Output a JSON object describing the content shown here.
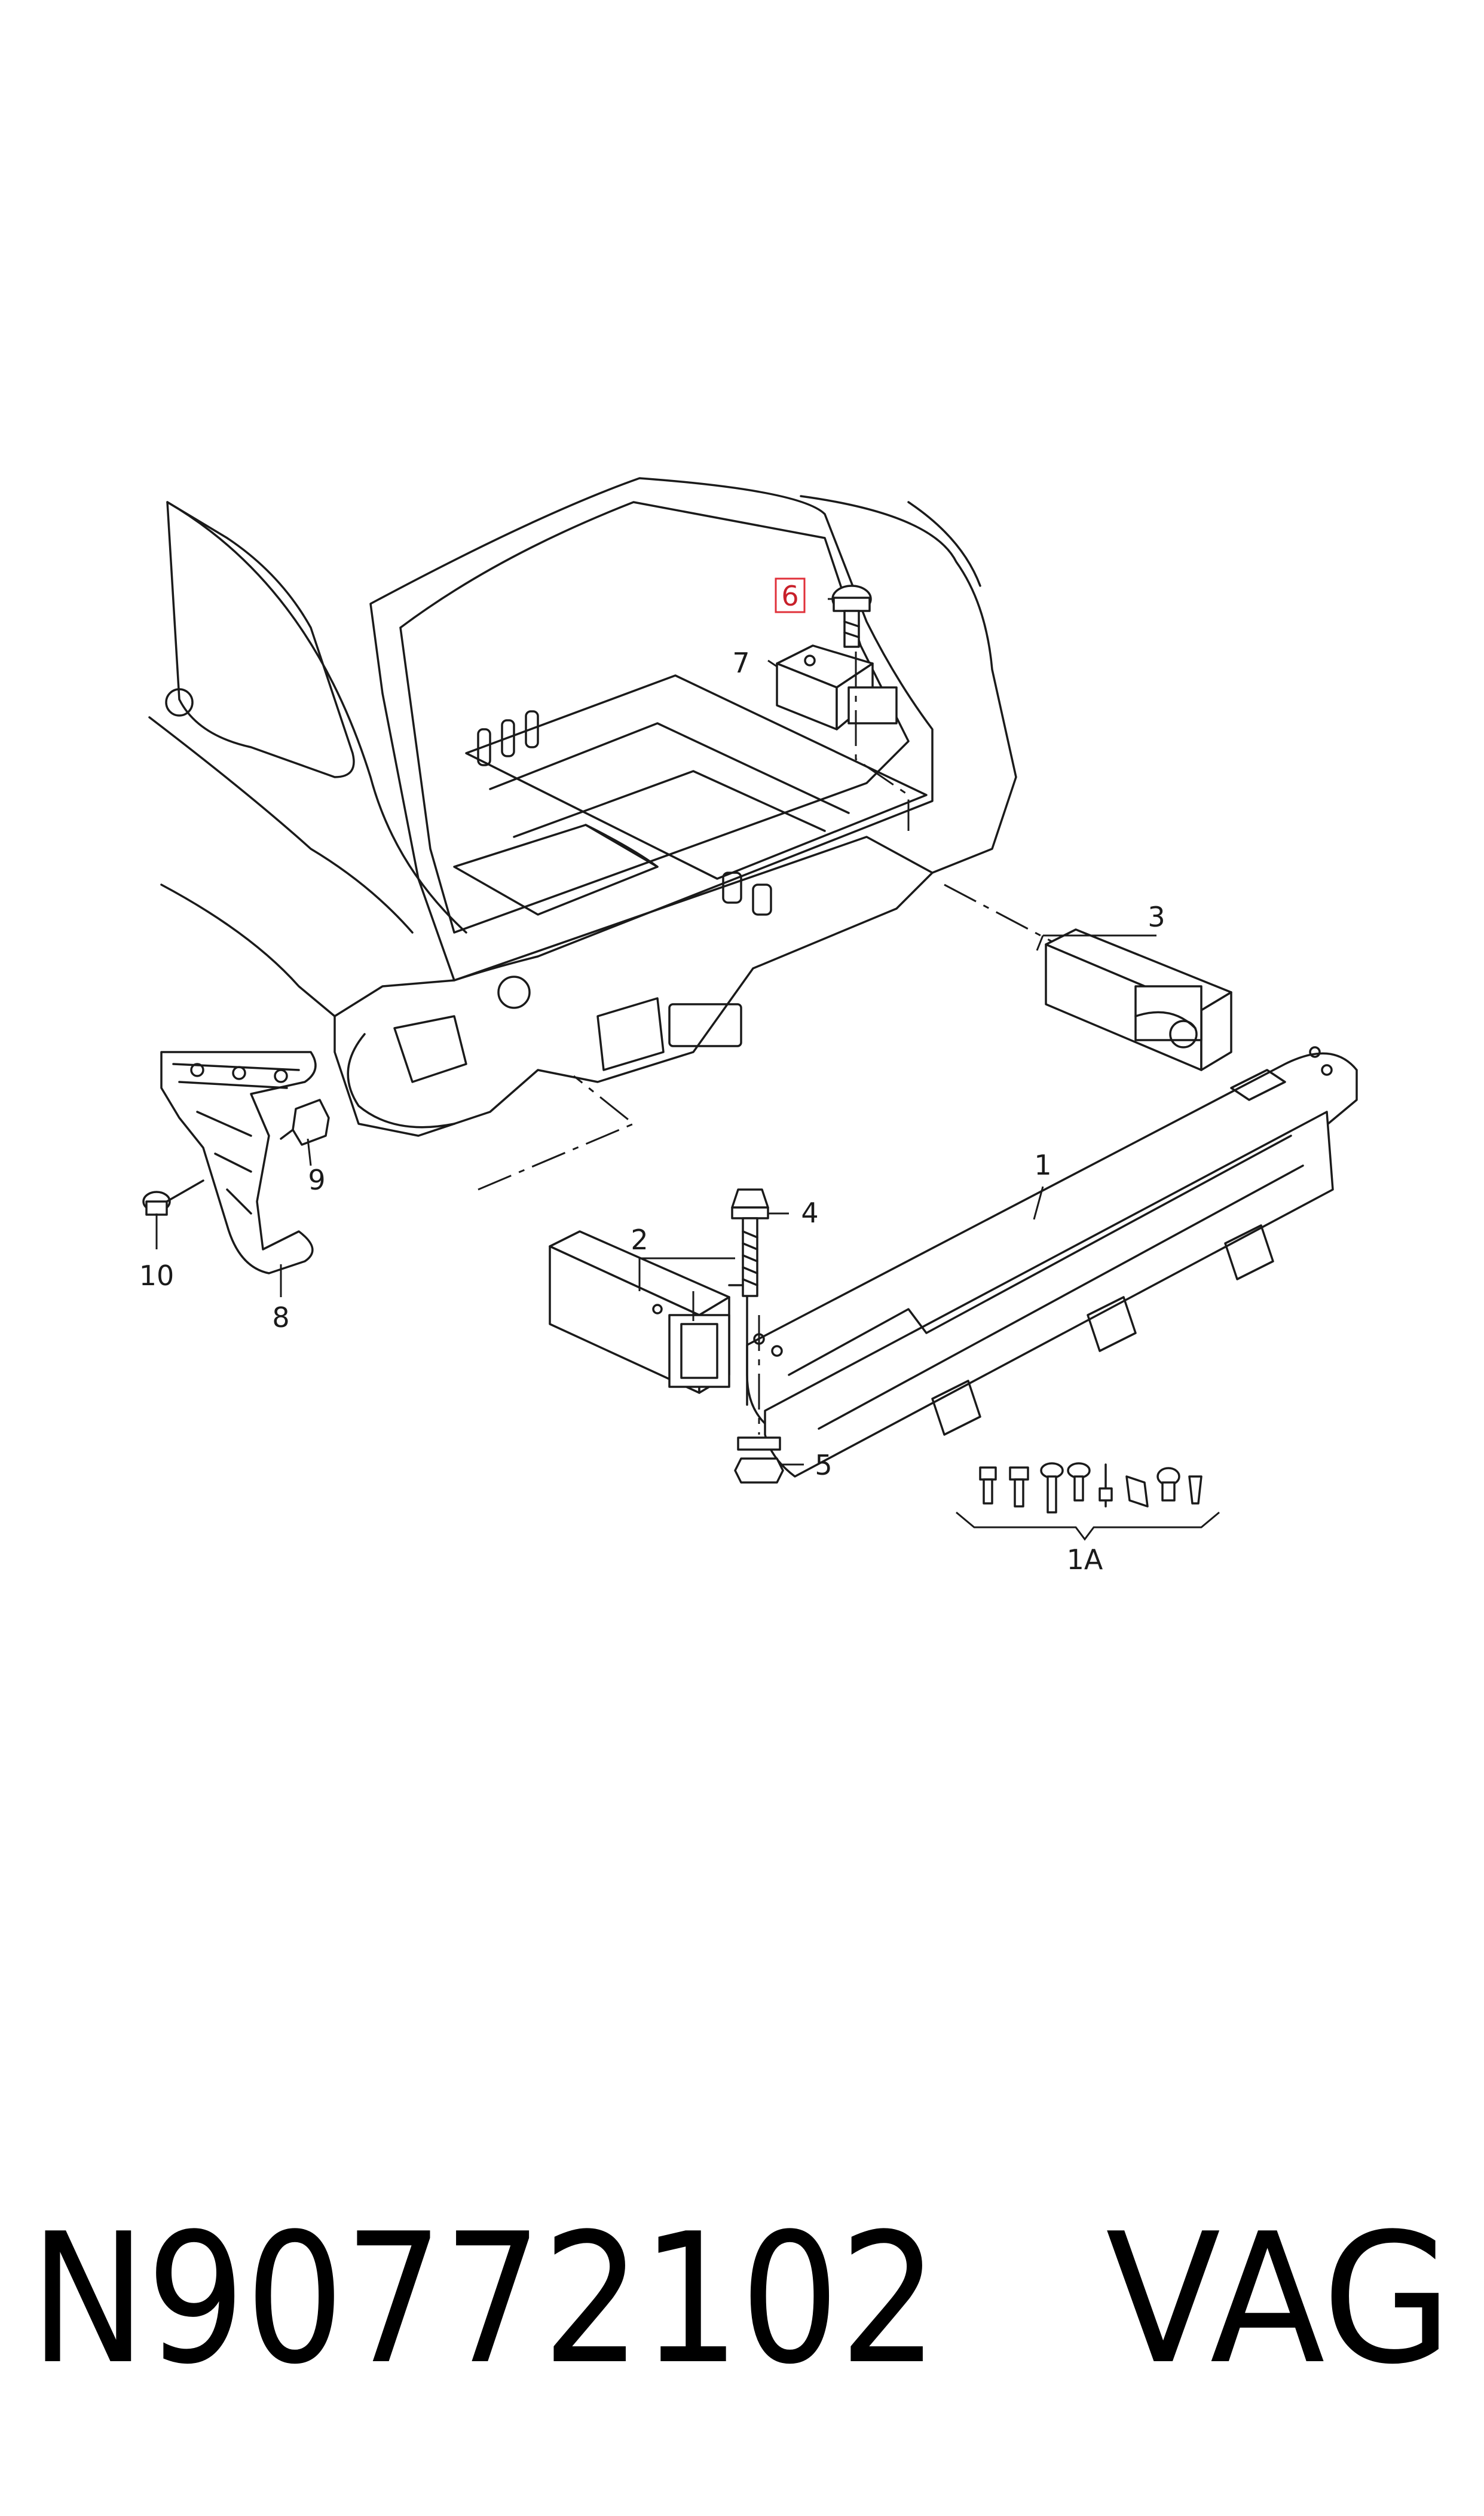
{
  "diagram": {
    "callouts": {
      "c1": "1",
      "c1a": "1A",
      "c2": "2",
      "c3": "3",
      "c4": "4",
      "c5": "5",
      "c6": "6",
      "c7": "7",
      "c8": "8",
      "c9": "9",
      "c10": "10"
    },
    "highlight_color": "#e0303a"
  },
  "footer": {
    "part_number": "N90772102",
    "brand": "VAG"
  }
}
